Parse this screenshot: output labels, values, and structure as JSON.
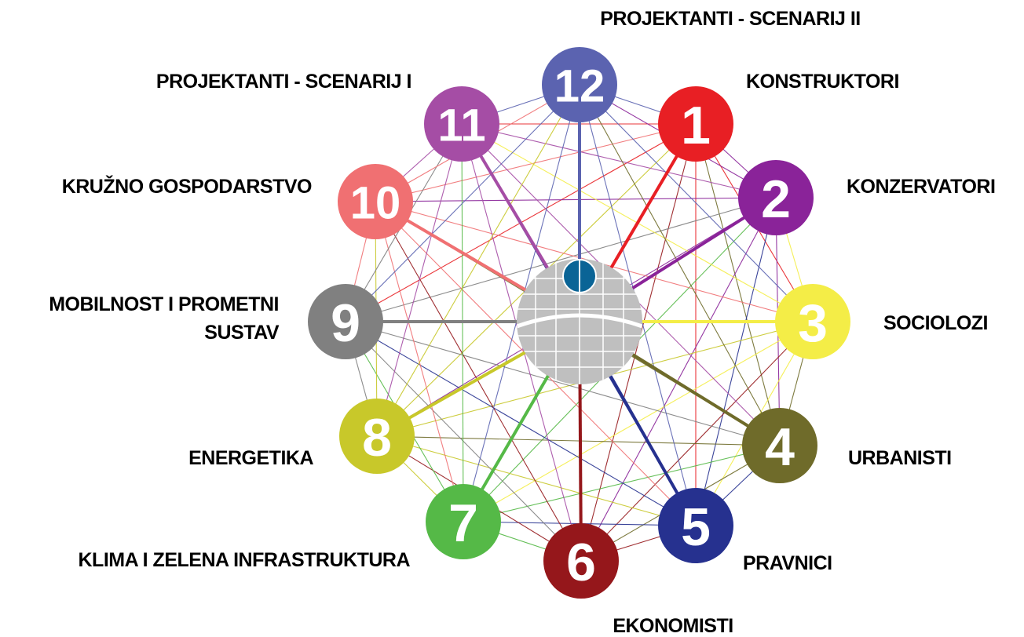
{
  "nodes": [
    {
      "number": "1",
      "label": [
        "KONSTRUKTORI"
      ],
      "color": "#e81f24"
    },
    {
      "number": "2",
      "label": [
        "KONZERVATORI"
      ],
      "color": "#8a2399"
    },
    {
      "number": "3",
      "label": [
        "SOCIOLOZI"
      ],
      "color": "#f4ed47"
    },
    {
      "number": "4",
      "label": [
        "URBANISTI"
      ],
      "color": "#6f6b2a"
    },
    {
      "number": "5",
      "label": [
        "PRAVNICI"
      ],
      "color": "#26318f"
    },
    {
      "number": "6",
      "label": [
        "EKONOMISTI"
      ],
      "color": "#95171b"
    },
    {
      "number": "7",
      "label": [
        "KLIMA I ZELENA INFRASTRUKTURA"
      ],
      "color": "#55b947"
    },
    {
      "number": "8",
      "label": [
        "ENERGETIKA"
      ],
      "color": "#c8c82a"
    },
    {
      "number": "9",
      "label": [
        "MOBILNOST I PROMETNI",
        "SUSTAV"
      ],
      "color": "#808080"
    },
    {
      "number": "10",
      "label": [
        "KRUŽNO GOSPODARSTVO"
      ],
      "color": "#f07072"
    },
    {
      "number": "11",
      "label": [
        "PROJEKTANTI - SCENARIJ I"
      ],
      "color": "#a54da5"
    },
    {
      "number": "12",
      "label": [
        "PROJEKTANTI - SCENARIJ II"
      ],
      "color": "#5b63b0"
    }
  ],
  "center": {
    "sphere_color": "#bfbfbf",
    "dot_color": "#0a6496",
    "grid_color": "#ffffff"
  }
}
